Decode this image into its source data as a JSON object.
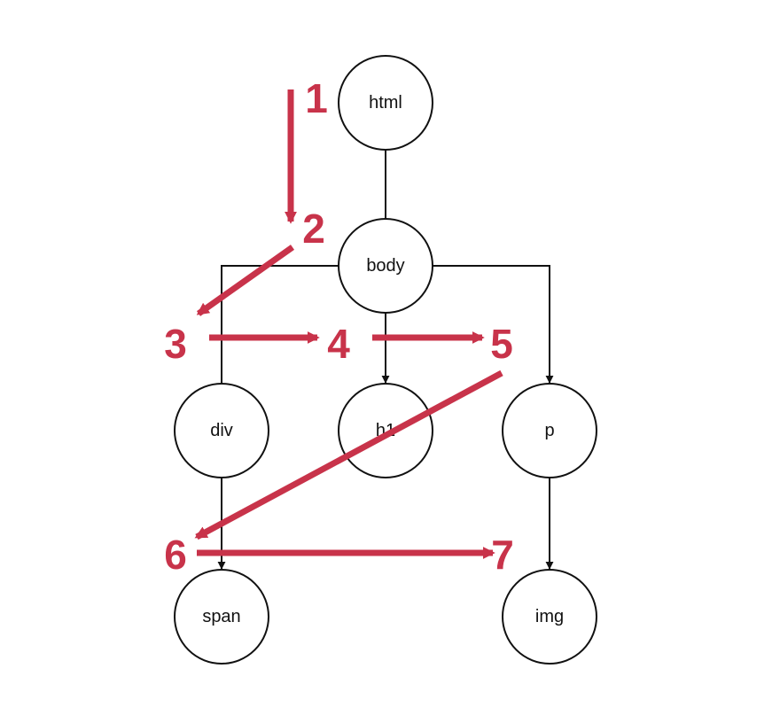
{
  "colors": {
    "edge": "#111111",
    "node_fill": "#ffffff",
    "traversal": "#c8334a"
  },
  "nodes": {
    "html": "html",
    "body": "body",
    "div": "div",
    "h1": "h1",
    "p": "p",
    "span": "span",
    "img": "img"
  },
  "edges": [
    {
      "from": "html",
      "to": "body"
    },
    {
      "from": "body",
      "to": "div"
    },
    {
      "from": "body",
      "to": "h1"
    },
    {
      "from": "body",
      "to": "p"
    },
    {
      "from": "div",
      "to": "span"
    },
    {
      "from": "p",
      "to": "img"
    }
  ],
  "traversal": {
    "steps": [
      "1",
      "2",
      "3",
      "4",
      "5",
      "6",
      "7"
    ]
  }
}
